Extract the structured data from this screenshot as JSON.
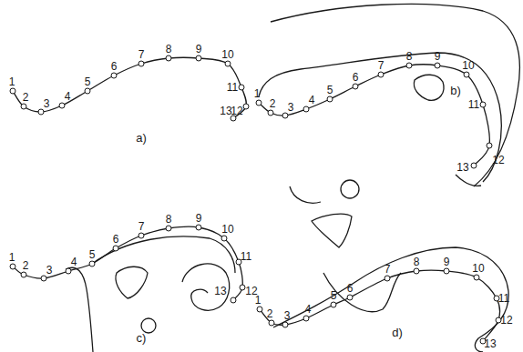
{
  "diagram": {
    "labels": [
      "1",
      "2",
      "3",
      "4",
      "5",
      "6",
      "7",
      "8",
      "9",
      "10",
      "11",
      "12",
      "13",
      "a)",
      "1",
      "2",
      "3",
      "4",
      "5",
      "6",
      "7",
      "8",
      "9",
      "10",
      "11",
      "12",
      "13",
      "b)",
      "1",
      "2",
      "3",
      "4",
      "5",
      "6",
      "7",
      "8",
      "9",
      "10",
      "11",
      "12",
      "13",
      "c)",
      "1",
      "2",
      "3",
      "4",
      "5",
      "6",
      "7",
      "8",
      "9",
      "10",
      "11",
      "12",
      "13",
      "d)"
    ]
  }
}
